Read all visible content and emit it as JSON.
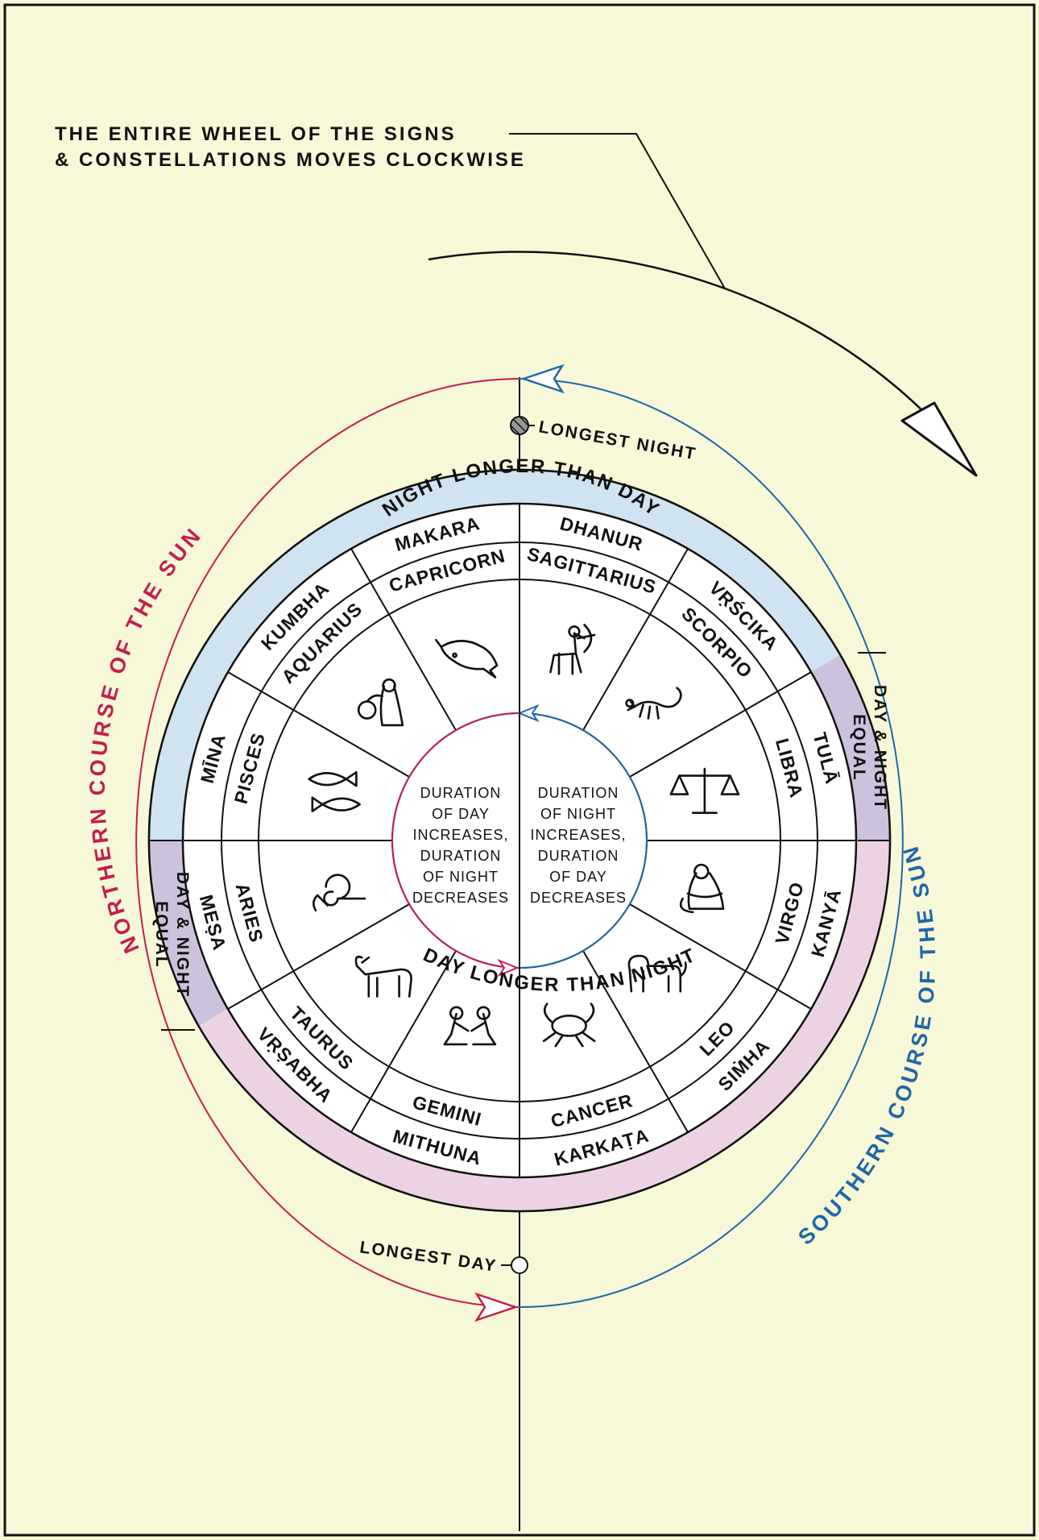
{
  "colors": {
    "background": "#f7f8d8",
    "night_band": "#cfe3f0",
    "day_band": "#ecd3e4",
    "equal_band": "#cdc2dd",
    "inner_fill": "#ffffff",
    "northern_course": "#c21f4e",
    "southern_course": "#1f67a8",
    "ink": "#111111"
  },
  "note": {
    "line1": "THE ENTIRE WHEEL OF THE SIGNS",
    "line2": "& CONSTELLATIONS MOVES CLOCKWISE"
  },
  "markers": {
    "longest_night": "LONGEST NIGHT",
    "longest_day": "LONGEST DAY"
  },
  "courses": {
    "northern": "NORTHERN COURSE OF THE SUN",
    "southern": "SOUTHERN COURSE OF THE SUN"
  },
  "bands": {
    "night": "NIGHT LONGER THAN DAY",
    "day": "DAY LONGER THAN NIGHT",
    "equal_line1": "DAY & NIGHT",
    "equal_line2": "EQUAL"
  },
  "center": {
    "left": [
      "DURATION",
      "OF DAY",
      "INCREASES,",
      "DURATION",
      "OF NIGHT",
      "DECREASES"
    ],
    "right": [
      "DURATION",
      "OF NIGHT",
      "INCREASES,",
      "DURATION",
      "OF DAY",
      "DECREASES"
    ]
  },
  "signs": [
    {
      "english": "SAGITTARIUS",
      "sanskrit": "DHANUR",
      "icon": "archer-icon"
    },
    {
      "english": "SCORPIO",
      "sanskrit": "VṚŚCIKA",
      "icon": "scorpion-icon"
    },
    {
      "english": "LIBRA",
      "sanskrit": "TULĀ",
      "icon": "scales-icon"
    },
    {
      "english": "VIRGO",
      "sanskrit": "KANYĀ",
      "icon": "maiden-icon"
    },
    {
      "english": "LEO",
      "sanskrit": "SIṀHA",
      "icon": "lion-icon"
    },
    {
      "english": "CANCER",
      "sanskrit": "KARKAṬA",
      "icon": "crab-icon"
    },
    {
      "english": "GEMINI",
      "sanskrit": "MITHUNA",
      "icon": "twins-icon"
    },
    {
      "english": "TAURUS",
      "sanskrit": "VṚṢABHA",
      "icon": "bull-icon"
    },
    {
      "english": "ARIES",
      "sanskrit": "MEṢA",
      "icon": "ram-icon"
    },
    {
      "english": "PISCES",
      "sanskrit": "MĪNA",
      "icon": "fishes-icon"
    },
    {
      "english": "AQUARIUS",
      "sanskrit": "KUMBHA",
      "icon": "water-bearer-icon"
    },
    {
      "english": "CAPRICORN",
      "sanskrit": "MAKARA",
      "icon": "makara-fish-icon"
    }
  ]
}
